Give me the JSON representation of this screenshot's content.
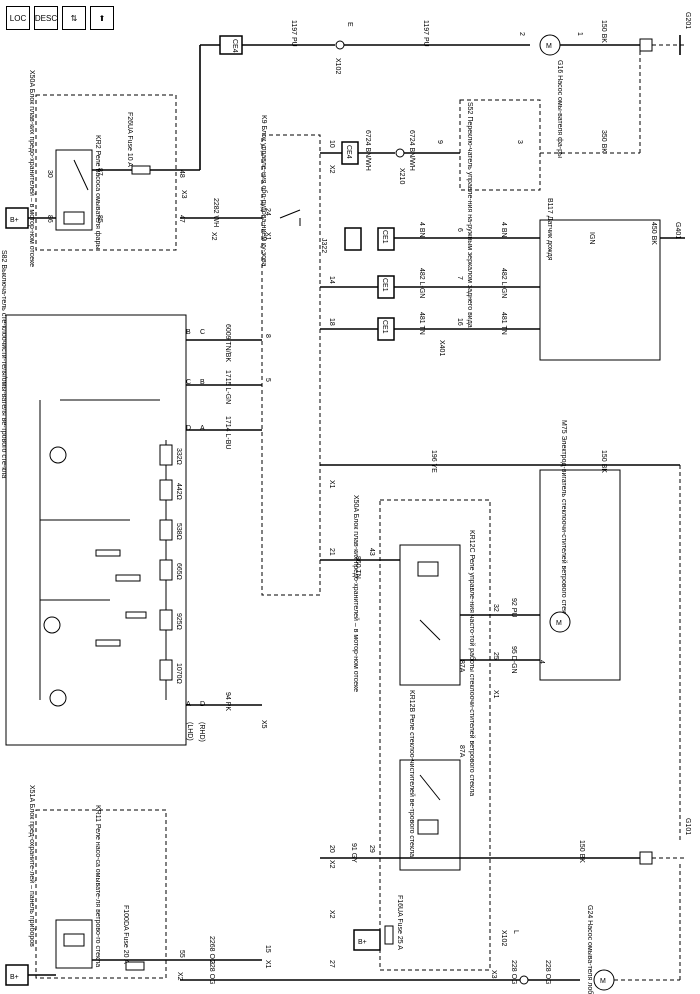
{
  "toolbar": {
    "loc": "LOC",
    "desc": "DESC",
    "tools": "tools-icon",
    "up": "arrow-up-icon"
  },
  "modules": {
    "x50a_top": "X50A Блок плав-ких предо-хранителей – в мотор-ном отсеке",
    "k9": "K9 Блок управле-ния обо-рудова-нием ку-зова",
    "s52": "S52 Переклю-чатель управле-ния на-ружным зеркалом заднего вида",
    "g16": "G16 Насос омы-вателя фа-ры",
    "b117": "B117 Датчик дождя",
    "s82": "S82 Выключа-тель сте-клоочисти-теля/омы-вателя ве-трового сте-кла",
    "m75": "M75 Электрод-вигатель стеклоочи-стителей ветрового стекла",
    "x50a_mid": "X50A Блок плав-ких предо-хранителей – в мотор-ном отсеке",
    "kr12c": "KR12C Реле управле-ния часто-той работы стеклоочи-стителей ветрового стекла",
    "kr12b": "KR12B Реле стеклоо-чистителей ве-трового стекла",
    "x51a": "X51A Блок пред-охраните-лей – панель приборов",
    "kr11": "KR11 Реле насо-са омывате-ля ветрово-го стекла",
    "g24": "G24 Насос омыва-теля лобо-вого сте-кла",
    "kr2": "KR2 Реле насоса омывателя фары"
  },
  "fuses": {
    "f26ua": "F26UA Fuse 10 A",
    "f16ua": "F16UA Fuse 25 A",
    "f100da": "F100DA Fuse 20 A"
  },
  "wires": {
    "w1197a": "1197 PU",
    "w1197b": "1197 PU",
    "w2282": "2282 WH",
    "w6724a": "6724 BN/WH",
    "w6724b": "6724 BN/WH",
    "w4a": "4 BN",
    "w4b": "4 BN",
    "w482a": "482 L-GN",
    "w482b": "482 L-GN",
    "w481a": "481 TN",
    "w481b": "481 TN",
    "w350": "350 BK",
    "w150a": "150 BK",
    "w450": "450 BK",
    "w6009": "6009 TN/BK",
    "w1715": "1715 L-GN",
    "w1714": "1714 L-BU",
    "w196": "196 YE",
    "w860": "860 TN",
    "w92": "92 PU",
    "w95": "95 D-GN",
    "w94": "94 PK",
    "w91": "91 GY",
    "w150b": "150 BK",
    "w150c": "150 BK",
    "w2268": "2268 OG",
    "w228a": "228 OG",
    "w228b": "228 OG",
    "w228c": "228 OG"
  },
  "connectors": {
    "ce4a": "CE4",
    "ce4b": "CE4",
    "ce1a": "CE1",
    "ce1b": "CE1",
    "ce1c": "CE1",
    "x102a": "X102",
    "x102b": "X102",
    "x210": "X210",
    "x401": "X401",
    "x1a": "X1",
    "x1b": "X1",
    "x1c": "X1",
    "x1d": "X1",
    "x2a": "X2",
    "x2b": "X2",
    "x2c": "X2",
    "x2d": "X2",
    "x2e": "X2",
    "x3a": "X3",
    "x3b": "X3",
    "x5": "X5",
    "j322": "J322",
    "e": "E",
    "c": "C",
    "l": "L",
    "ign": "IGN"
  },
  "grounds": {
    "g201": "G201",
    "g401": "G401",
    "g101": "G101"
  },
  "power": {
    "bplus1": "B+",
    "bplus2": "B+",
    "bplus3": "B+"
  },
  "switch_labels": {
    "lhd": "(LHD)",
    "rhd": "(RHD)",
    "r1": "332Ω",
    "r2": "442Ω",
    "r3": "538Ω",
    "r4": "665Ω",
    "r5": "925Ω",
    "r6": "1070Ω"
  },
  "pins": {
    "p30": "30",
    "p87": "87",
    "p86": "86",
    "p85": "85",
    "p48": "48",
    "p47": "47",
    "p24": "24",
    "p10": "10",
    "p9": "9",
    "p3": "3",
    "p2": "2",
    "p1": "1",
    "p6": "6",
    "p7": "7",
    "p16": "16",
    "p14": "14",
    "p18": "18",
    "p8": "8",
    "p5": "5",
    "p21": "21",
    "p43": "43",
    "p32": "32",
    "p25": "25",
    "p4": "4",
    "p20": "20",
    "p29": "29",
    "p15": "15",
    "p55": "55",
    "p27": "27",
    "p87a": "87A",
    "pA": "A",
    "pB": "B",
    "pC": "C",
    "pD": "D"
  }
}
